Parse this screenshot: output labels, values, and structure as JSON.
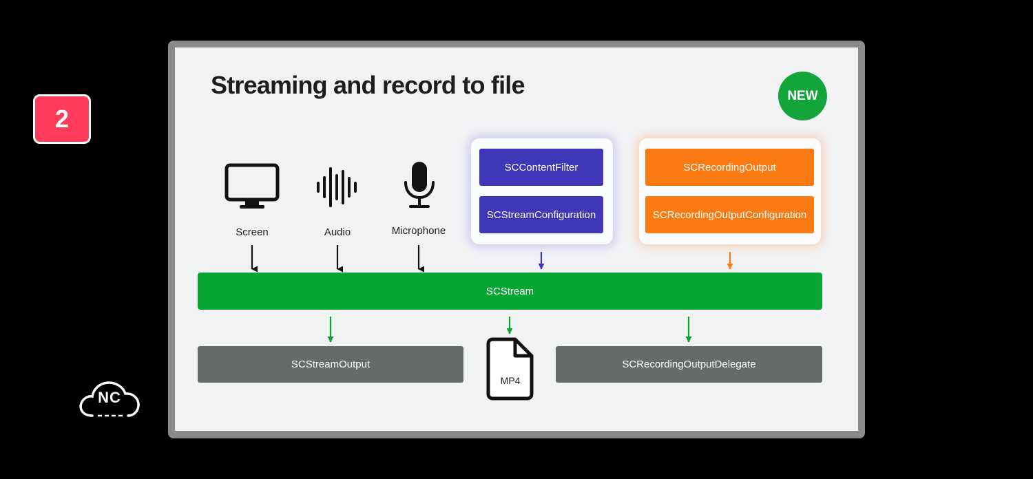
{
  "overlay": {
    "step_number": "2",
    "logo_text": "NC"
  },
  "slide": {
    "title": "Streaming and record to file",
    "new_badge": "NEW",
    "sources": [
      {
        "label": "Screen",
        "icon": "display-icon"
      },
      {
        "label": "Audio",
        "icon": "waveform-icon"
      },
      {
        "label": "Microphone",
        "icon": "microphone-icon"
      }
    ],
    "filter_group": {
      "content_filter": "SCContentFilter",
      "stream_configuration": "SCStreamConfiguration"
    },
    "recording_group": {
      "recording_output": "SCRecordingOutput",
      "recording_output_configuration": "SCRecordingOutputConfiguration"
    },
    "stream": "SCStream",
    "outputs": {
      "stream_output": "SCStreamOutput",
      "file_label": "MP4",
      "recording_output_delegate": "SCRecordingOutputDelegate"
    }
  },
  "colors": {
    "badge": "#ff3b5c",
    "new_badge": "#13a53a",
    "purple": "#3f36b8",
    "orange": "#fb7a12",
    "green": "#07a532",
    "gray": "#676a6a",
    "slide_background": "#f1f2f4"
  }
}
